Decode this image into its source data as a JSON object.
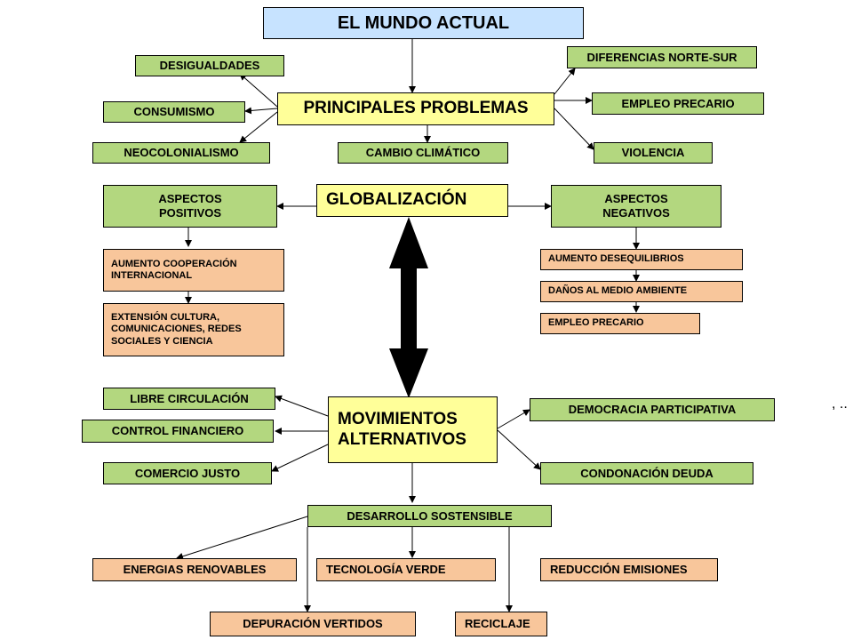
{
  "title": "EL MUNDO ACTUAL",
  "problemas": {
    "title": "PRINCIPALES PROBLEMAS",
    "left": [
      "DESIGUALDADES",
      "CONSUMISMO",
      "NEOCOLONIALISMO"
    ],
    "center": "CAMBIO CLIMÁTICO",
    "right": [
      "DIFERENCIAS NORTE-SUR",
      "EMPLEO PRECARIO",
      "VIOLENCIA"
    ]
  },
  "globalizacion": {
    "title": "GLOBALIZACIÓN",
    "positivos": {
      "title": "ASPECTOS POSITIVOS",
      "items": [
        "AUMENTO COOPERACIÓN INTERNACIONAL",
        "EXTENSIÓN CULTURA, COMUNICACIONES, REDES SOCIALES Y CIENCIA"
      ]
    },
    "negativos": {
      "title": "ASPECTOS NEGATIVOS",
      "items": [
        "AUMENTO DESEQUILIBRIOS",
        "DAÑOS AL MEDIO AMBIENTE",
        "EMPLEO PRECARIO"
      ]
    }
  },
  "movimientos": {
    "title": "MOVIMIENTOS ALTERNATIVOS",
    "left": [
      "LIBRE CIRCULACIÓN",
      "CONTROL FINANCIERO",
      "COMERCIO JUSTO"
    ],
    "right": [
      "DEMOCRACIA PARTICIPATIVA",
      "CONDONACIÓN DEUDA"
    ]
  },
  "desarrollo": {
    "title": "DESARROLLO SOSTENSIBLE",
    "row1": [
      "ENERGIAS RENOVABLES",
      "TECNOLOGÍA VERDE",
      "REDUCCIÓN EMISIONES"
    ],
    "row2": [
      "DEPURACIÓN VERTIDOS",
      "RECICLAJE"
    ]
  },
  "stray_text": ", .."
}
